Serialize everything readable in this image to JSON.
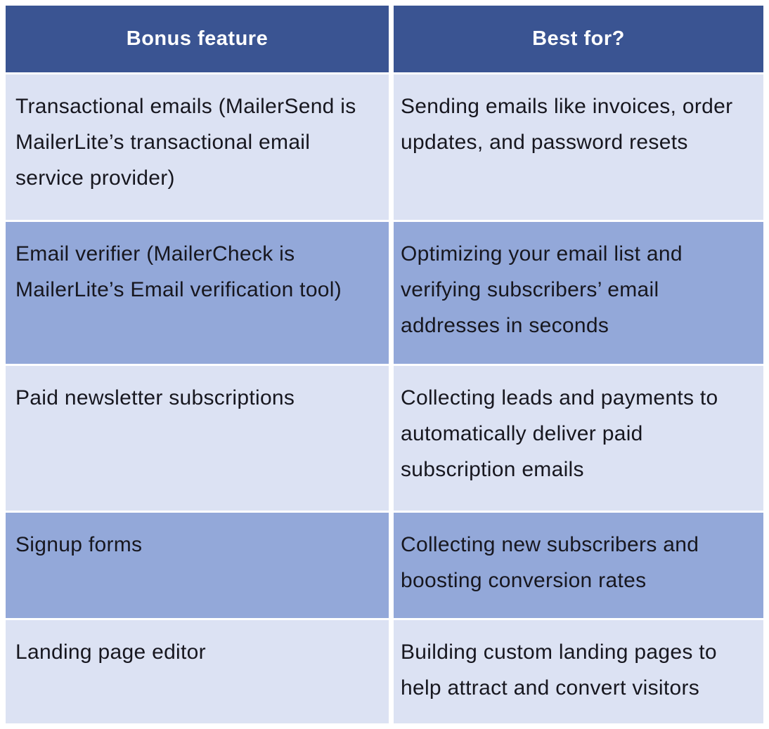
{
  "colors": {
    "header_bg": "#3a5492",
    "header_text": "#ffffff",
    "light_row_bg": "#dce2f3",
    "medium_row_bg": "#93a8d9",
    "body_text": "#17171f",
    "gutter": "#ffffff"
  },
  "table": {
    "headers": [
      {
        "label": "Bonus feature"
      },
      {
        "label": "Best for?"
      }
    ],
    "rows": [
      {
        "feature": "Transactional emails (MailerSend is\nMailerLite’s transactional email\nservice provider)",
        "best_for": "Sending emails like invoices, order\nupdates, and password resets",
        "shade": "light"
      },
      {
        "feature": "Email verifier (MailerCheck is\nMailerLite’s Email verification tool)",
        "best_for": "Optimizing your email list and\nverifying subscribers’ email\naddresses in seconds",
        "shade": "medium"
      },
      {
        "feature": "Paid newsletter subscriptions",
        "best_for": "Collecting leads and payments to\nautomatically deliver paid\nsubscription emails",
        "shade": "light"
      },
      {
        "feature": "Signup forms",
        "best_for": "Collecting new subscribers and\nboosting conversion rates",
        "shade": "medium"
      },
      {
        "feature": "Landing page editor",
        "best_for": "Building custom landing pages to\nhelp attract and convert visitors",
        "shade": "light"
      }
    ]
  },
  "chart_data": {
    "type": "table",
    "columns": [
      "Bonus feature",
      "Best for?"
    ],
    "rows": [
      [
        "Transactional emails (MailerSend is MailerLite’s transactional email service provider)",
        "Sending emails like invoices, order updates, and password resets"
      ],
      [
        "Email verifier (MailerCheck is MailerLite’s Email verification tool)",
        "Optimizing your email list and verifying subscribers’ email addresses in seconds"
      ],
      [
        "Paid newsletter subscriptions",
        "Collecting leads and payments to automatically deliver paid subscription emails"
      ],
      [
        "Signup forms",
        "Collecting new subscribers and boosting conversion rates"
      ],
      [
        "Landing page editor",
        "Building custom landing pages to help attract and convert visitors"
      ]
    ]
  }
}
